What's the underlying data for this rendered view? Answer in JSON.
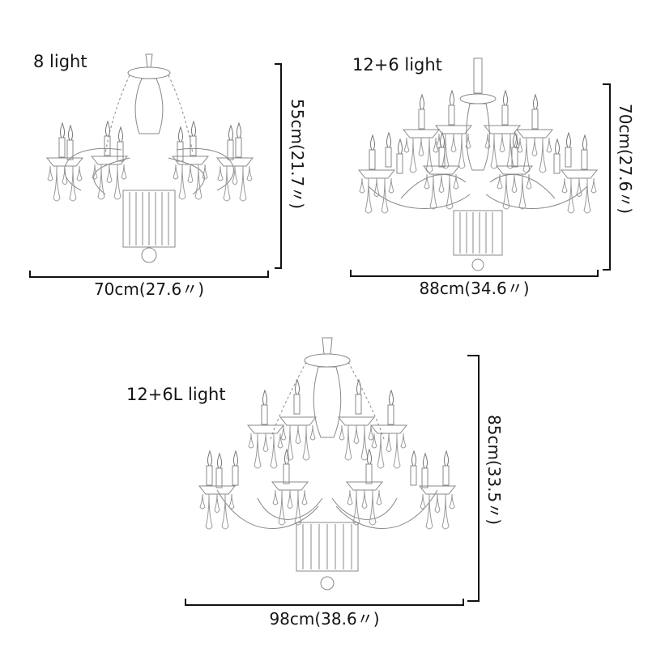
{
  "products": [
    {
      "label": "8 light",
      "width": "70cm(27.6〃)",
      "height": "55cm(21.7〃)"
    },
    {
      "label": "12+6 light",
      "width": "88cm(34.6〃)",
      "height": "70cm(27.6〃)"
    },
    {
      "label": "12+6L light",
      "width": "98cm(38.6〃)",
      "height": "85cm(33.5〃)"
    }
  ],
  "colors": {
    "background": "#ffffff",
    "line": "#111111",
    "sketch": "#7a7a7a"
  }
}
